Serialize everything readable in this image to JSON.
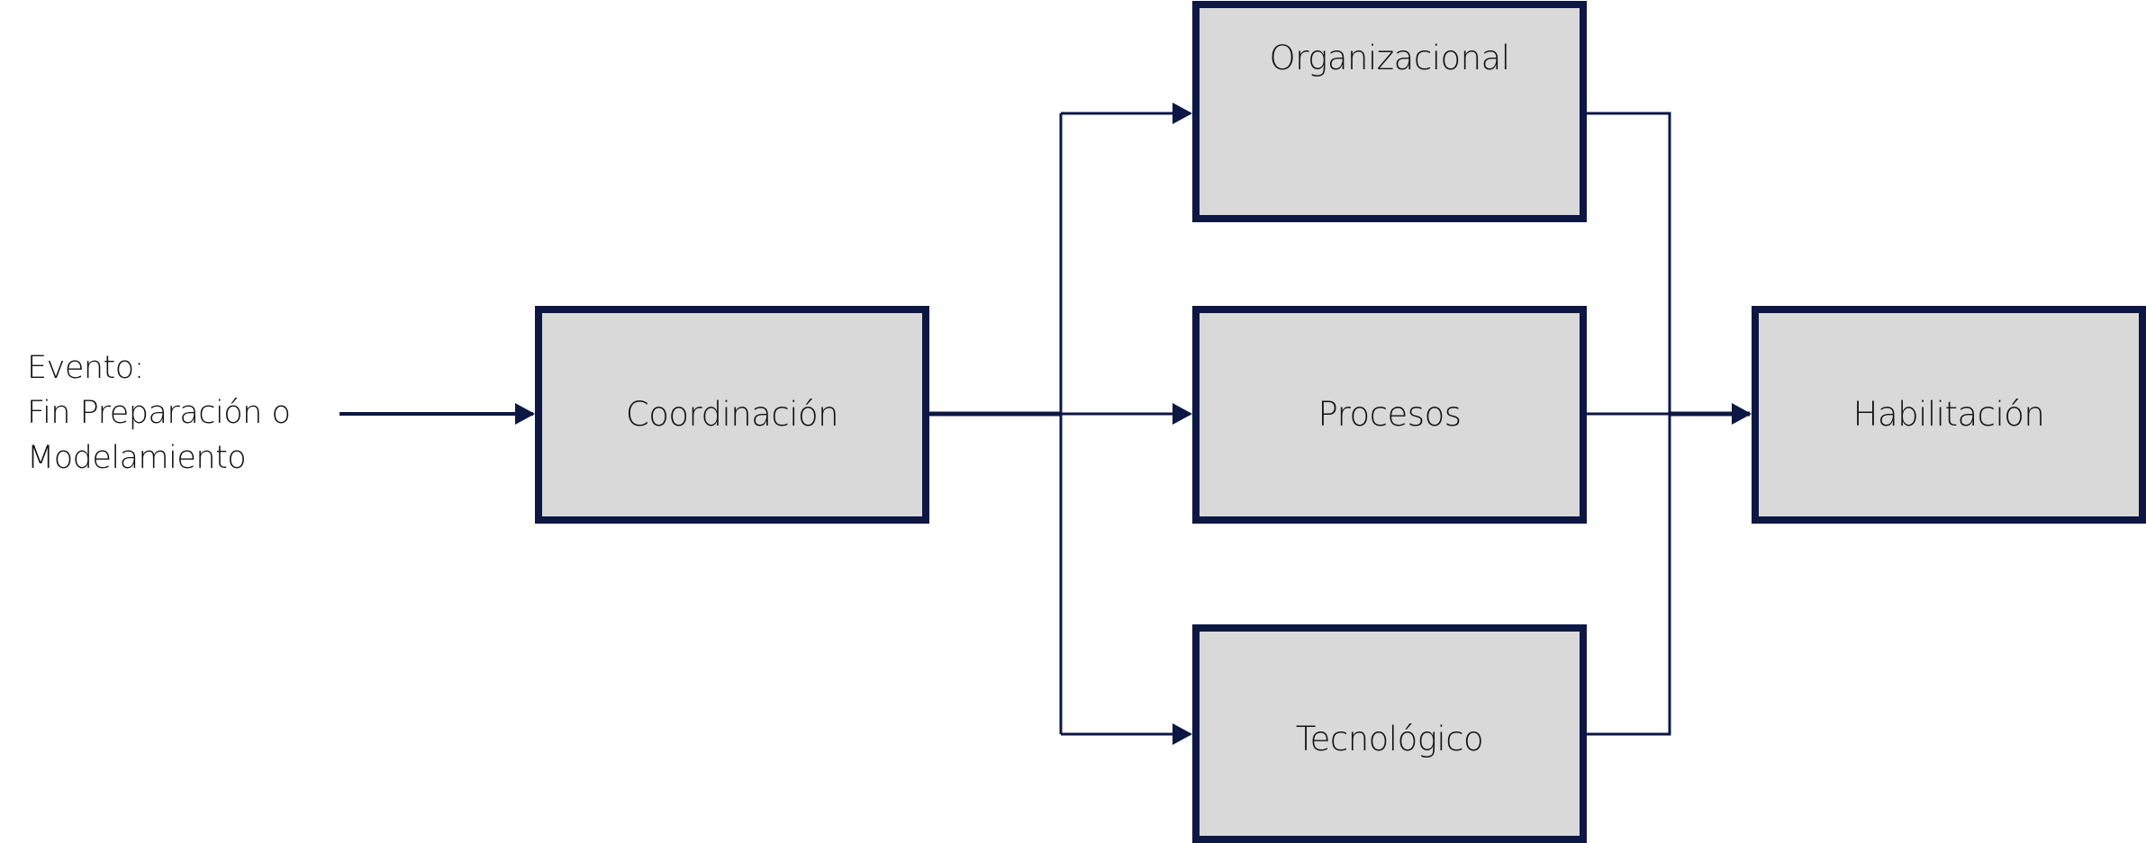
{
  "event": {
    "lines": [
      "Evento:",
      "Fin Preparación o",
      "Modelamiento"
    ]
  },
  "boxes": {
    "coordination": "Coordinación",
    "organizational": "Organizacional",
    "processes": "Procesos",
    "technological": "Tecnológico",
    "enablement": "Habilitación"
  },
  "colors": {
    "stroke": "#0c1744",
    "fill": "#d9d9d9"
  }
}
